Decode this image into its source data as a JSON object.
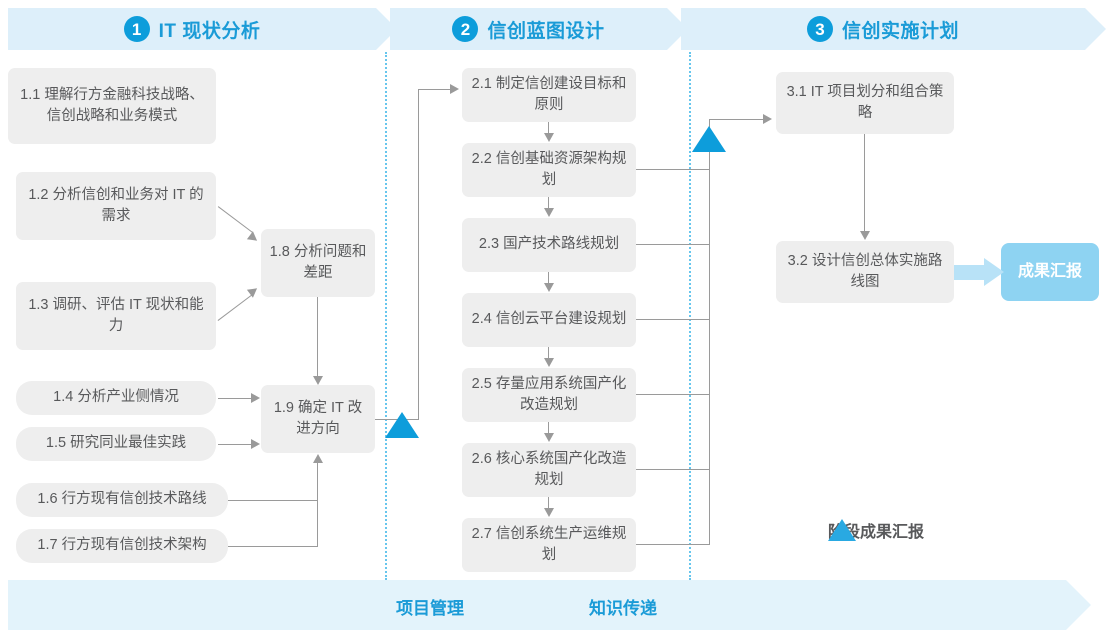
{
  "phases": [
    {
      "number": "1",
      "title": "IT 现状分析"
    },
    {
      "number": "2",
      "title": "信创蓝图设计"
    },
    {
      "number": "3",
      "title": "信创实施计划"
    }
  ],
  "phase1_tasks": [
    {
      "id": "1.1",
      "label": "1.1 理解行方金融科技战略、信创战略和业务模式"
    },
    {
      "id": "1.2",
      "label": "1.2 分析信创和业务对 IT 的需求"
    },
    {
      "id": "1.3",
      "label": "1.3 调研、评估 IT 现状和能力"
    },
    {
      "id": "1.4",
      "label": "1.4 分析产业侧情况"
    },
    {
      "id": "1.5",
      "label": "1.5 研究同业最佳实践"
    },
    {
      "id": "1.6",
      "label": "1.6 行方现有信创技术路线"
    },
    {
      "id": "1.7",
      "label": "1.7 行方现有信创技术架构"
    },
    {
      "id": "1.8",
      "label": "1.8 分析问题和差距"
    },
    {
      "id": "1.9",
      "label": "1.9 确定 IT 改进方向"
    }
  ],
  "phase2_tasks": [
    {
      "id": "2.1",
      "label": "2.1 制定信创建设目标和原则"
    },
    {
      "id": "2.2",
      "label": "2.2 信创基础资源架构规划"
    },
    {
      "id": "2.3",
      "label": "2.3 国产技术路线规划"
    },
    {
      "id": "2.4",
      "label": "2.4 信创云平台建设规划"
    },
    {
      "id": "2.5",
      "label": "2.5 存量应用系统国产化改造规划"
    },
    {
      "id": "2.6",
      "label": "2.6 核心系统国产化改造规划"
    },
    {
      "id": "2.7",
      "label": "2.7 信创系统生产运维规划"
    }
  ],
  "phase3_tasks": [
    {
      "id": "3.1",
      "label": "3.1 IT 项目划分和组合策略"
    },
    {
      "id": "3.2",
      "label": "3.2 设计信创总体实施路线图"
    }
  ],
  "result": {
    "label": "成果汇报"
  },
  "legend": {
    "label": "阶段成果汇报",
    "marker": "triangle-up-icon"
  },
  "bottom_bar": {
    "labels": [
      "项目管理",
      "知识传递"
    ]
  },
  "colors": {
    "brand_blue": "#1a9bd7",
    "accent_blue": "#0d9ddb",
    "band_blue": "#ddeffa",
    "bottom_band_blue": "#e3f3fb",
    "result_blue": "#8ed3f2",
    "arrow_blue": "#b8e2f7",
    "box_gray": "#eeeeee",
    "text_gray": "#58595b",
    "line_gray": "#9a9a9a",
    "divider_blue": "#35b4e8"
  }
}
